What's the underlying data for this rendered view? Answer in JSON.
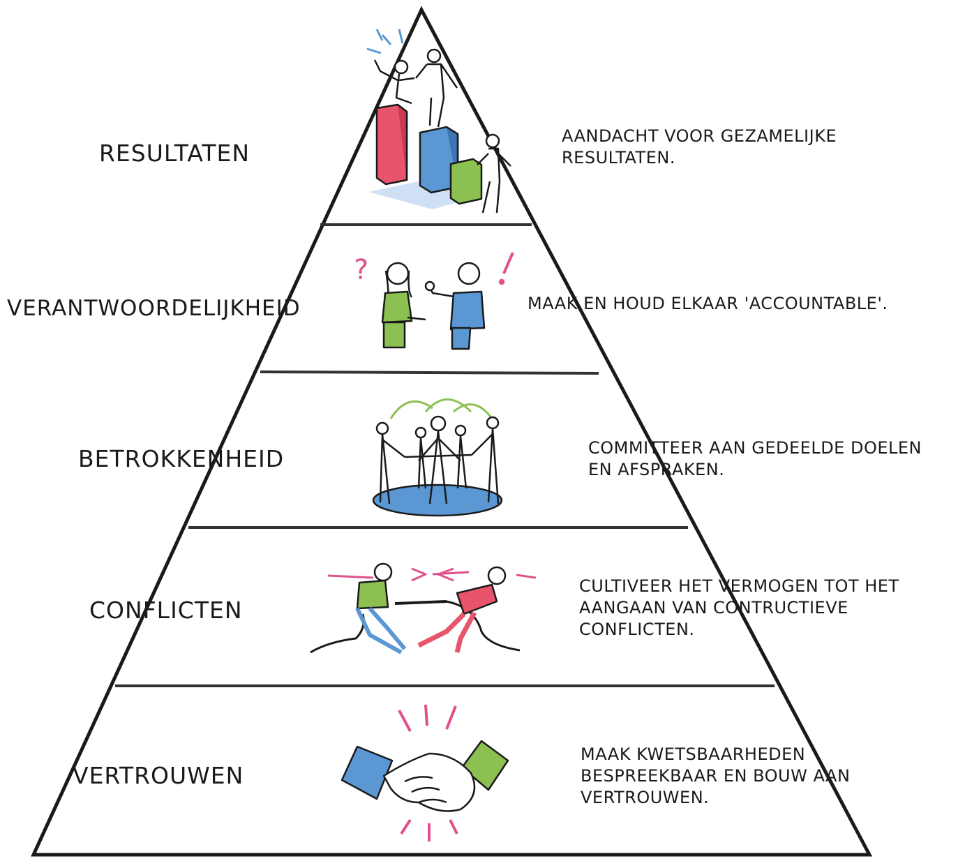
{
  "layers": [
    {
      "label": "RESULTATEN",
      "description": "AANDACHT VOOR GEZAMELIJKE\nRESULTATEN."
    },
    {
      "label": "VERANTWOORDELIJKHEID",
      "description": "MAAK EN HOUD ELKAAR 'ACCOUNTABLE'."
    },
    {
      "label": "BETROKKENHEID",
      "description": "COMMITTEER AAN GEDEELDE DOELEN\nEN AFSPRAKEN."
    },
    {
      "label": "CONFLICTEN",
      "description": "CULTIVEER HET VERMOGEN TOT HET\nAANGAAN VAN CONTRUCTIEVE\nCONFLICTEN."
    },
    {
      "label": "VERTROUWEN",
      "description": "MAAK KWETSBAARHEDEN\nBESPREEKBAAR EN BOUW AAN\nVERTROUWEN."
    }
  ],
  "colors": {
    "red": "#e8546c",
    "blue": "#5b97d3",
    "green": "#8cc152",
    "pink": "#e0508c",
    "line": "#1a1a1a"
  },
  "illustrations": [
    "podium-bar-chart-people",
    "two-people-question-exclamation",
    "people-circle-holding-hands",
    "tug-of-war",
    "handshake"
  ]
}
